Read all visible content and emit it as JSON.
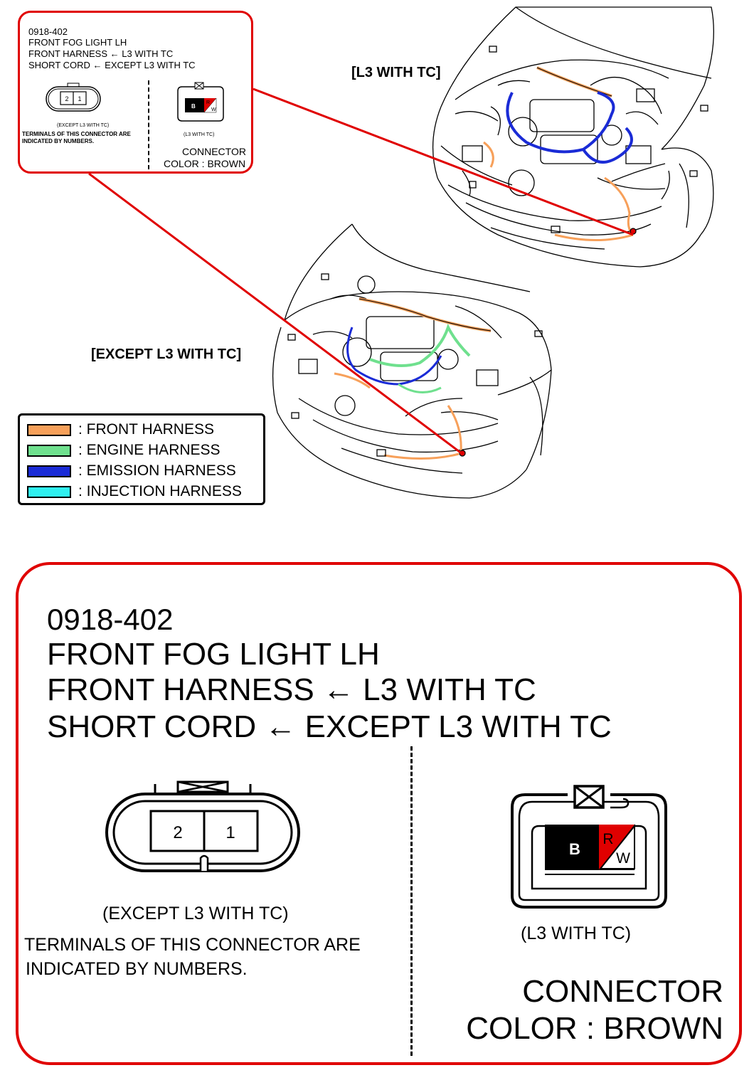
{
  "connector": {
    "code": "0918-402",
    "name": "FRONT FOG LIGHT LH",
    "harness_line_1": {
      "harness": "FRONT HARNESS",
      "condition": "L3 WITH TC"
    },
    "harness_line_2": {
      "harness": "SHORT CORD",
      "condition": "EXCEPT L3 WITH TC"
    },
    "arrow": "←",
    "left_variant_label": "(EXCEPT L3 WITH TC)",
    "terminal_note_1": "TERMINALS OF THIS CONNECTOR ARE",
    "terminal_note_2": "INDICATED BY NUMBERS.",
    "left_terminals": [
      "2",
      "1"
    ],
    "right_variant_label": "(L3 WITH TC)",
    "right_terminals": [
      "B",
      "R",
      "W"
    ],
    "color_label_1": "CONNECTOR",
    "color_label_2": "COLOR : BROWN"
  },
  "views": {
    "top_label": "[L3 WITH TC]",
    "bottom_label": "[EXCEPT L3 WITH TC]"
  },
  "legend": [
    {
      "label": ": FRONT HARNESS",
      "color": "#f7a05a"
    },
    {
      "label": ": ENGINE HARNESS",
      "color": "#6fe08e"
    },
    {
      "label": ": EMISSION HARNESS",
      "color": "#1a2bd6"
    },
    {
      "label": ": INJECTION HARNESS",
      "color": "#2ff0f0"
    }
  ],
  "colors": {
    "callout_border": "#e00000",
    "leader_line": "#e00000",
    "terminal_r_fill": "#e00000"
  }
}
